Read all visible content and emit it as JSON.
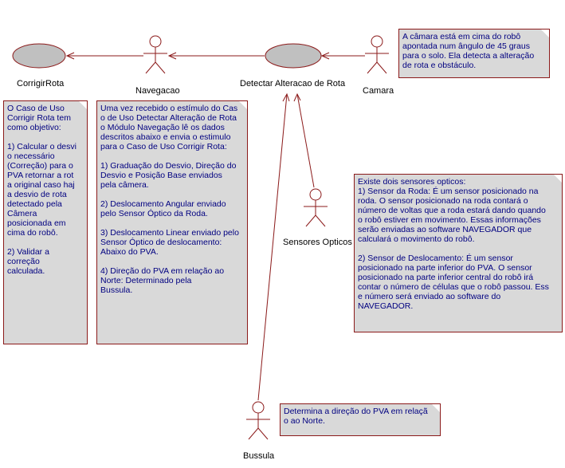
{
  "use_cases": [
    {
      "label": "CorrigirRota"
    },
    {
      "label": "Detectar Alteracao de Rota"
    }
  ],
  "actors": [
    {
      "label": "Navegacao"
    },
    {
      "label": "Camara"
    },
    {
      "label": "Sensores Opticos"
    },
    {
      "label": "Bussula"
    }
  ],
  "notes": [
    {
      "text": "A câmara está em cima do robô\napontada num ângulo de 45 graus\npara o solo. Ela detecta a alteração\nde rota e obstáculo."
    },
    {
      "text": "O Caso de Uso\nCorrigir Rota tem\ncomo objetivo:\n\n1) Calcular o desvi\no necessário\n(Correção) para o\nPVA retornar a rot\na original caso haj\na desvio de rota\ndetectado pela\nCâmera\nposicionada em\ncima do robô.\n\n2) Validar a\ncorreção\ncalculada."
    },
    {
      "text": "Uma vez recebido o estímulo do Cas\no de Uso Detectar Alteração de Rota\no Módulo Navegação lê os dados\ndescritos abaixo e envia o estimulo\npara o Caso de Uso Corrigir Rota:\n\n1) Graduação do Desvio, Direção do\nDesvio e Posição Base enviados\npela câmera.\n\n2) Deslocamento Angular enviado\npelo Sensor Óptico da Roda.\n\n3) Deslocamento Linear enviado pelo\nSensor Óptico de deslocamento:\nAbaixo do PVA.\n\n4) Direção do PVA em relação  ao\nNorte: Determinado pela\nBussula."
    },
    {
      "text": "Existe dois sensores opticos:\n1) Sensor da Roda: É um sensor posicionado na\nroda. O sensor posicionado na roda contará o\nnúmero de voltas que a roda estará dando quando\no robô estiver em movimento. Essas informações\nserão enviadas ao software NAVEGADOR que\ncalculará o movimento do robô.\n\n2) Sensor de Deslocamento: É um sensor\nposicionado na parte inferior do PVA. O sensor\nposicionado na parte inferior central do robô irá\ncontar o número de células que o robô passou. Ess\ne número será enviado ao software do\nNAVEGADOR."
    },
    {
      "text": "Determina a direção do PVA em relaçã\no ao Norte."
    }
  ],
  "colors": {
    "use_case_fill": "#c0c0c0",
    "line": "#8b1a1a",
    "note_fill": "#d9d9d9",
    "note_text": "#000080"
  }
}
